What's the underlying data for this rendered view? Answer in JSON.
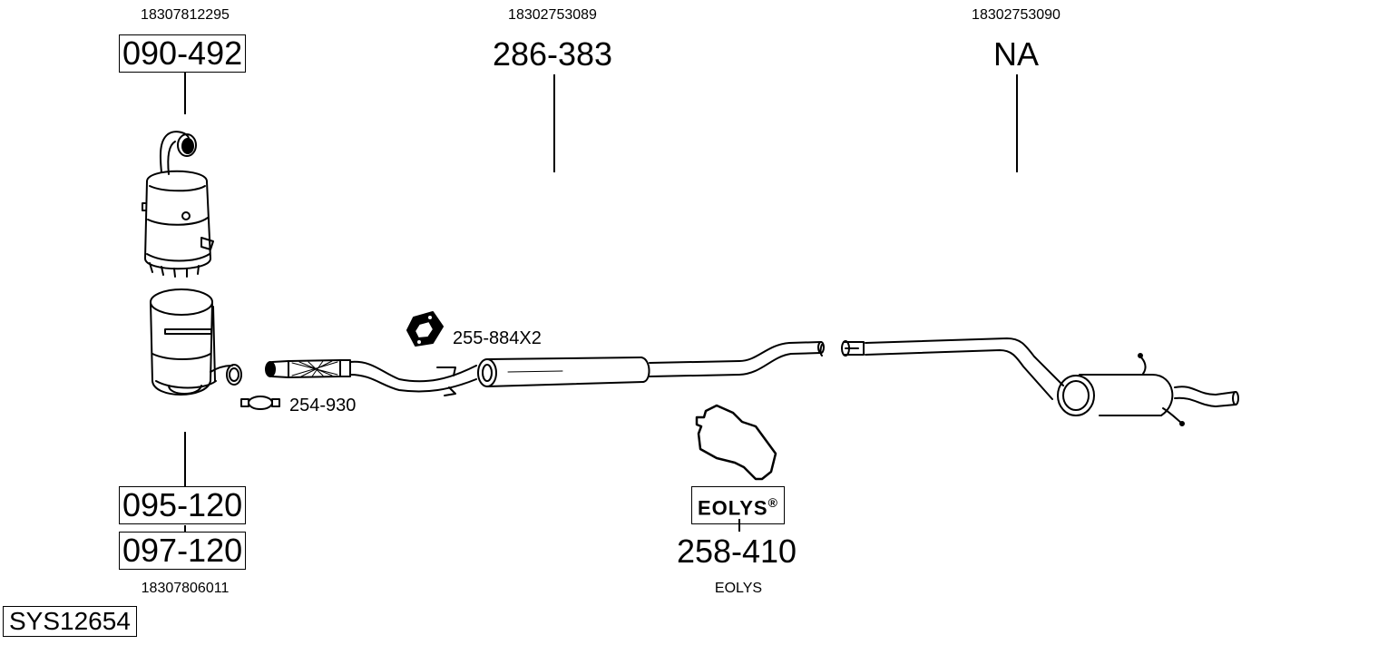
{
  "diagram": {
    "system_id": "SYS12654",
    "parts": [
      {
        "oem": "18307812295",
        "part_number": "090-492",
        "boxed": true
      },
      {
        "oem": "18302753089",
        "part_number": "286-383",
        "boxed": false
      },
      {
        "oem": "18302753090",
        "part_number": "NA",
        "boxed": false
      },
      {
        "oem": "18307806011",
        "part_numbers": [
          "095-120",
          "097-120"
        ],
        "boxed": true
      },
      {
        "oem": "EOLYS",
        "part_number": "258-410",
        "brand": "EOLYS",
        "brand_mark": "®"
      }
    ],
    "accessories": [
      {
        "label": "255-884X2",
        "icon": "gasket-icon"
      },
      {
        "label": "254-930",
        "icon": "clamp-icon"
      }
    ],
    "line_color": "#000000",
    "background": "#ffffff"
  }
}
